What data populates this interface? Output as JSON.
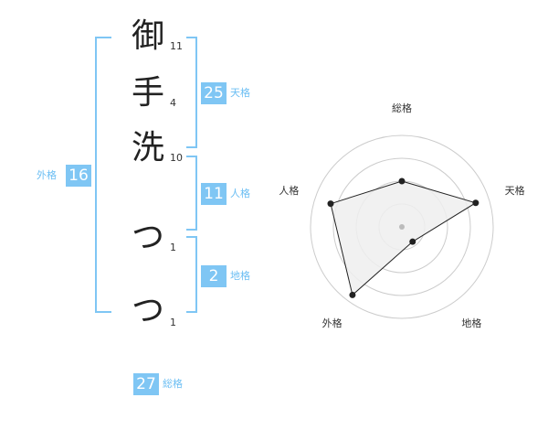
{
  "name": {
    "chars": [
      {
        "char": "御",
        "strokes": "11"
      },
      {
        "char": "手",
        "strokes": "4"
      },
      {
        "char": "洗",
        "strokes": "10"
      },
      {
        "char": "つ",
        "strokes": "1"
      },
      {
        "char": "つ",
        "strokes": "1"
      }
    ]
  },
  "kakusu": {
    "tenkaku": {
      "value": "25",
      "label": "天格"
    },
    "jinkaku": {
      "value": "11",
      "label": "人格"
    },
    "chikaku": {
      "value": "2",
      "label": "地格"
    },
    "gaikaku": {
      "value": "16",
      "label": "外格"
    },
    "soukaku": {
      "value": "27",
      "label": "総格"
    }
  },
  "chart_data": {
    "type": "radar",
    "axes": [
      "総格",
      "天格",
      "地格",
      "外格",
      "人格"
    ],
    "values": [
      0.5,
      0.85,
      0.2,
      0.92,
      0.82
    ],
    "rings": 4,
    "colors": {
      "fill": "#efefef",
      "line": "#222222",
      "grid": "#cccccc",
      "center": "#bbbbbb"
    }
  }
}
